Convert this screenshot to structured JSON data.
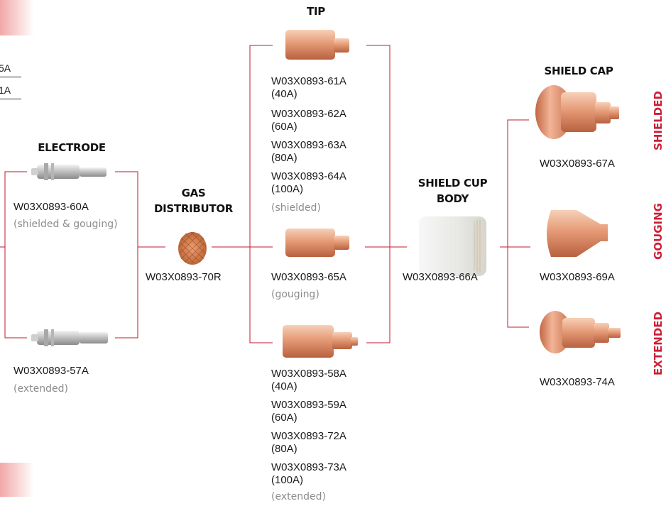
{
  "colors": {
    "line": "#c0182f",
    "vertical_label": "#cc1f36"
  },
  "top_left": {
    "line1": "5A",
    "line2": "1A"
  },
  "electrode": {
    "title": "ELECTRODE",
    "part1": "W03X0893-60A",
    "note1": "(shielded & gouging)",
    "part2": "W03X0893-57A",
    "note2": "(extended)"
  },
  "gas_distributor": {
    "title_line1": "GAS",
    "title_line2": "DISTRIBUTOR",
    "part": "W03X0893-70R"
  },
  "tip": {
    "title": "TIP",
    "shielded_parts": [
      {
        "part": "W03X0893-61A",
        "amps": "(40A)"
      },
      {
        "part": "W03X0893-62A",
        "amps": "(60A)"
      },
      {
        "part": "W03X0893-63A",
        "amps": "(80A)"
      },
      {
        "part": "W03X0893-64A",
        "amps": "(100A)"
      }
    ],
    "shielded_note": "(shielded)",
    "gouging_part": "W03X0893-65A",
    "gouging_note": "(gouging)",
    "extended_parts": [
      {
        "part": "W03X0893-58A",
        "amps": "(40A)"
      },
      {
        "part": "W03X0893-59A",
        "amps": "(60A)"
      },
      {
        "part": "W03X0893-72A",
        "amps": "(80A)"
      },
      {
        "part": "W03X0893-73A",
        "amps": "(100A)"
      }
    ],
    "extended_note": "(extended)"
  },
  "shield_cup_body": {
    "title_line1": "SHIELD CUP",
    "title_line2": "BODY",
    "part": "W03X0893-66A"
  },
  "shield_cap": {
    "title": "SHIELD CAP",
    "part_shielded": "W03X0893-67A",
    "part_gouging": "W03X0893-69A",
    "part_extended": "W03X0893-74A"
  },
  "vertical_labels": {
    "shielded": "SHIELDED",
    "gouging": "GOUGING",
    "extended": "EXTENDED"
  }
}
